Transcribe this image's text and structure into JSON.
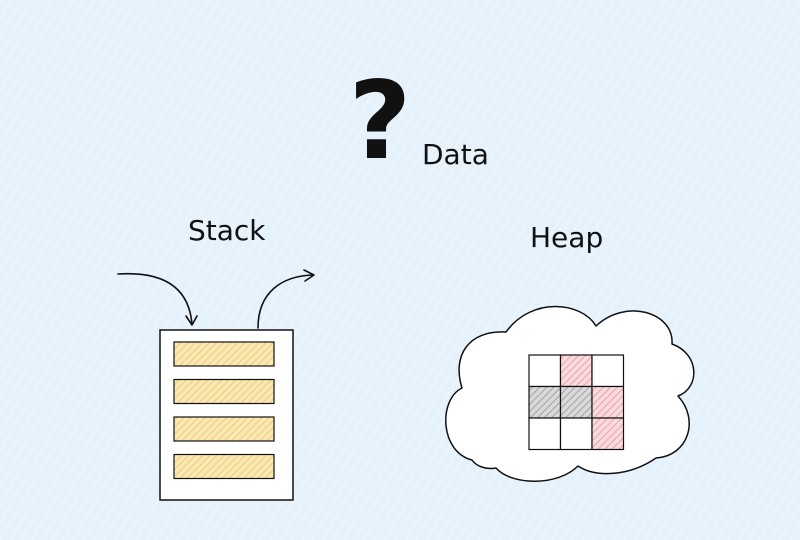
{
  "diagram": {
    "question_mark": "?",
    "title": "Data",
    "stack": {
      "label": "Stack",
      "slot_count": 4,
      "slot_color": "#f6dc8a"
    },
    "heap": {
      "label": "Heap",
      "grid": [
        [
          "empty",
          "red",
          "empty"
        ],
        [
          "gray",
          "gray",
          "red"
        ],
        [
          "empty",
          "empty",
          "red"
        ]
      ],
      "colors": {
        "empty": "#ffffff",
        "red": "#f2b8bc",
        "gray": "#bdbdbd"
      }
    },
    "colors": {
      "background": "#e6f2fb",
      "ink": "#111111"
    }
  }
}
